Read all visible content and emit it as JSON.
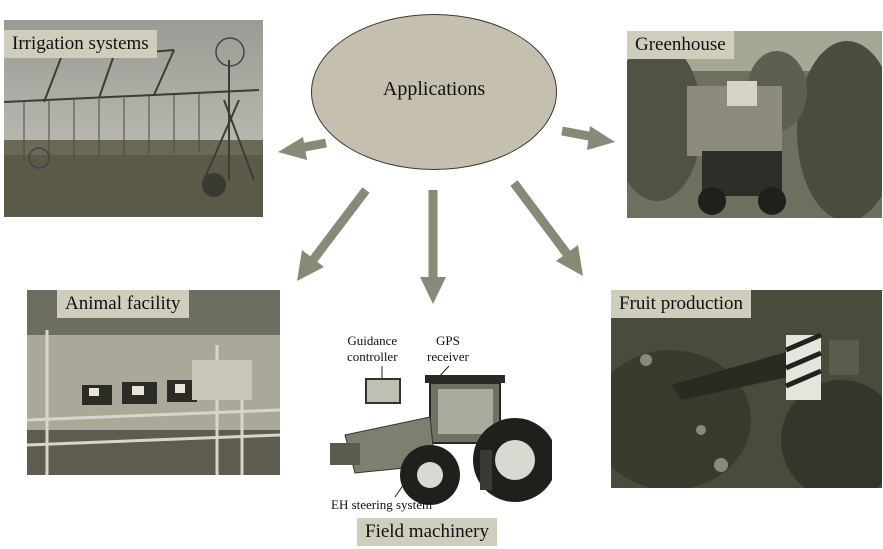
{
  "center": {
    "label": "Applications"
  },
  "panels": {
    "irrigation": {
      "label": "Irrigation systems"
    },
    "greenhouse": {
      "label": "Greenhouse"
    },
    "animal": {
      "label": "Animal facility"
    },
    "fruit": {
      "label": "Fruit production"
    },
    "field": {
      "label": "Field machinery"
    }
  },
  "tractor_callouts": {
    "guidance_line1": "Guidance",
    "guidance_line2": "controller",
    "gps_line1": "GPS",
    "gps_line2": "receiver",
    "eh_steering": "EH steering system"
  },
  "colors": {
    "arrow": "#868b78",
    "oval": "#c4bfae",
    "label_bg": "#cfcdbb"
  }
}
